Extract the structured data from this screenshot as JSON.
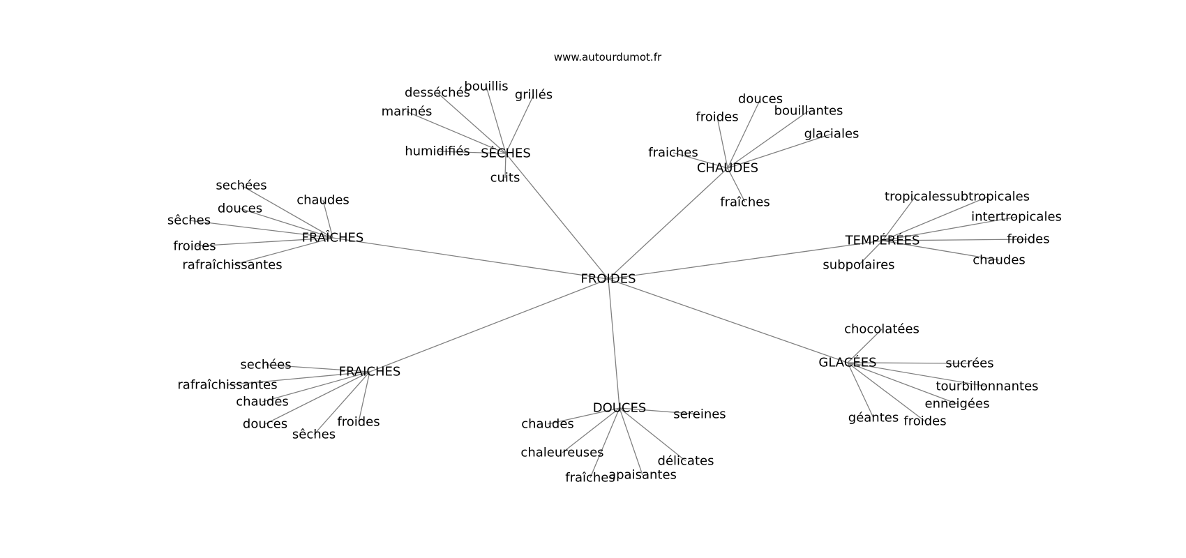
{
  "source": "www.autourdumot.fr",
  "colors": {
    "edge": "#808080",
    "text": "#000000",
    "background": "#ffffff"
  },
  "graph": {
    "root": "FROIDES",
    "groups": [
      {
        "id": "seches",
        "label": "SÈCHES",
        "leaves": [
          "desséchés",
          "bouillis",
          "grillés",
          "marinés",
          "humidifiés",
          "cuits"
        ]
      },
      {
        "id": "chaudes",
        "label": "CHAUDES",
        "leaves": [
          "douces",
          "froides",
          "bouillantes",
          "glaciales",
          "fraiches",
          "fraîches"
        ]
      },
      {
        "id": "fraiches-accent",
        "label": "FRAÎCHES",
        "leaves": [
          "sechées",
          "chaudes",
          "douces",
          "sêches",
          "froides",
          "rafraîchissantes"
        ]
      },
      {
        "id": "temperees",
        "label": "TEMPÉRÉES",
        "leaves": [
          "tropicales",
          "subtropicales",
          "intertropicales",
          "froides",
          "subpolaires",
          "chaudes"
        ]
      },
      {
        "id": "glacees",
        "label": "GLACÉES",
        "leaves": [
          "chocolatées",
          "sucrées",
          "tourbillonnantes",
          "enneigées",
          "géantes",
          "froides"
        ]
      },
      {
        "id": "fraiches",
        "label": "FRAICHES",
        "leaves": [
          "sechées",
          "rafraîchissantes",
          "chaudes",
          "douces",
          "sêches",
          "froides"
        ]
      },
      {
        "id": "douces",
        "label": "DOUCES",
        "leaves": [
          "chaudes",
          "sereines",
          "chaleureuses",
          "délicates",
          "fraîches",
          "apaisantes"
        ]
      }
    ]
  }
}
